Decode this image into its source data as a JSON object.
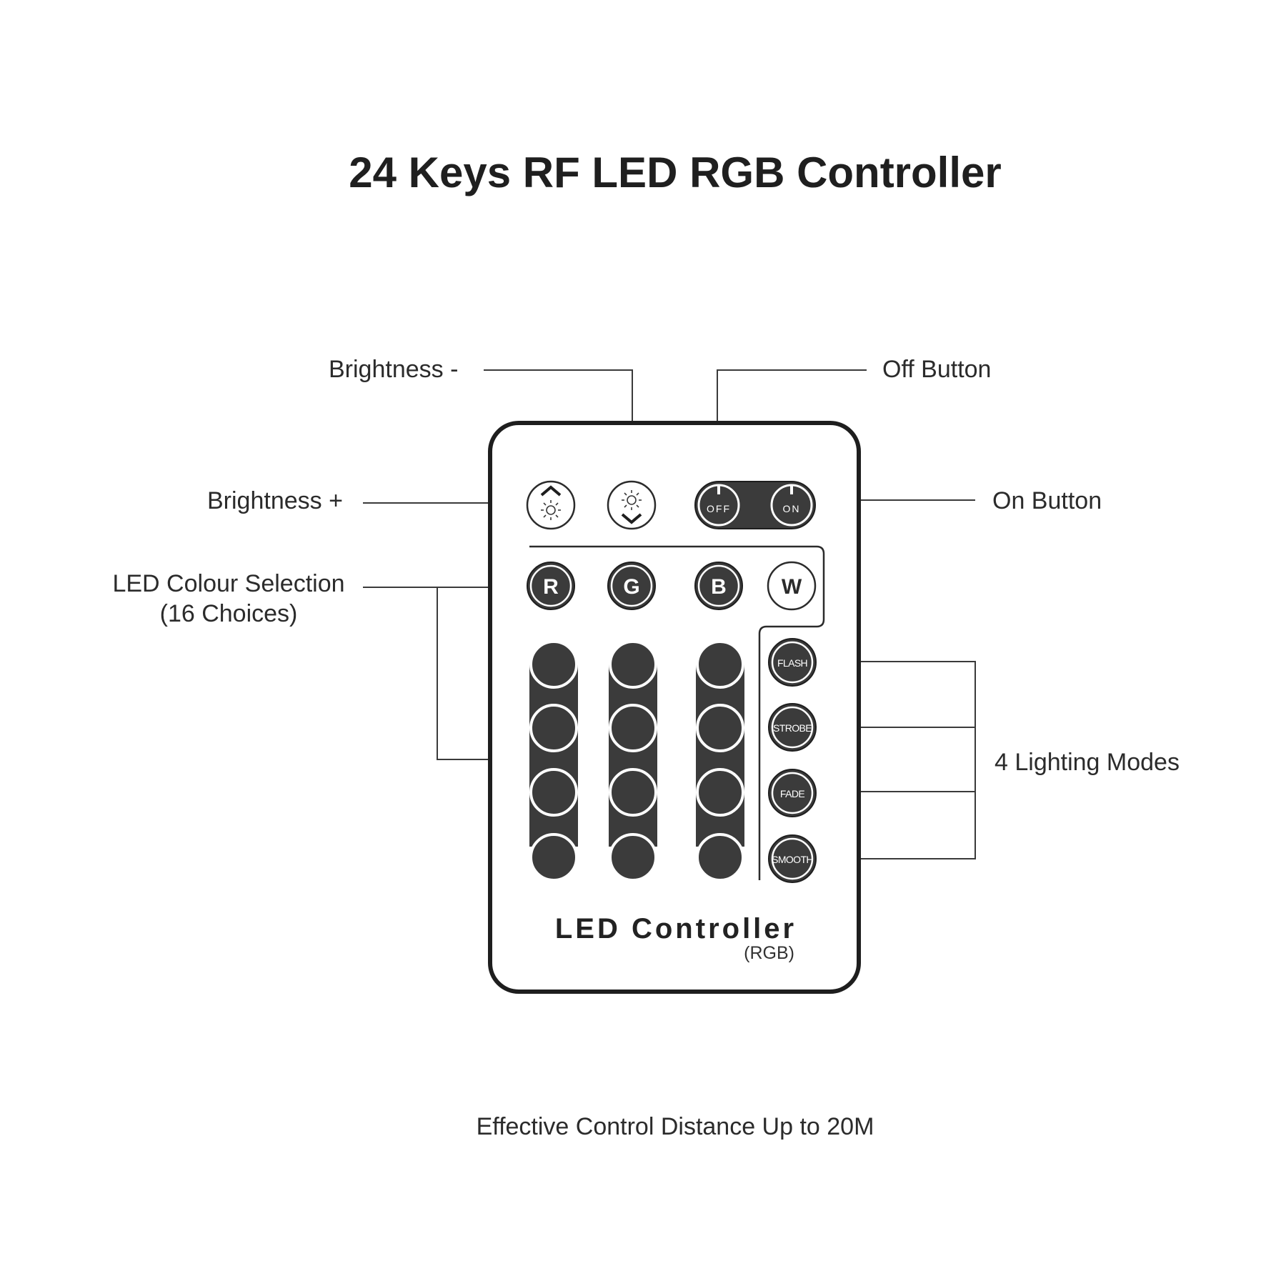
{
  "title": "24 Keys RF LED RGB Controller",
  "callouts": {
    "brightness_minus": "Brightness -",
    "off_button": "Off Button",
    "brightness_plus": "Brightness +",
    "on_button": "On Button",
    "colour_selection_line1": "LED Colour Selection",
    "colour_selection_line2": "(16 Choices)",
    "lighting_modes": "4 Lighting Modes"
  },
  "remote": {
    "power": {
      "off": "OFF",
      "on": "ON"
    },
    "color_keys": [
      "R",
      "G",
      "B",
      "W"
    ],
    "modes": [
      "FLASH",
      "STROBE",
      "FADE",
      "SMOOTH"
    ],
    "brand": "LED Controller",
    "brand_sub": "(RGB)"
  },
  "footer": "Effective Control Distance Up to 20M",
  "colors": {
    "key_dark": "#3b3b3b",
    "outline": "#1e1e1e",
    "text": "#2b2b2b"
  }
}
